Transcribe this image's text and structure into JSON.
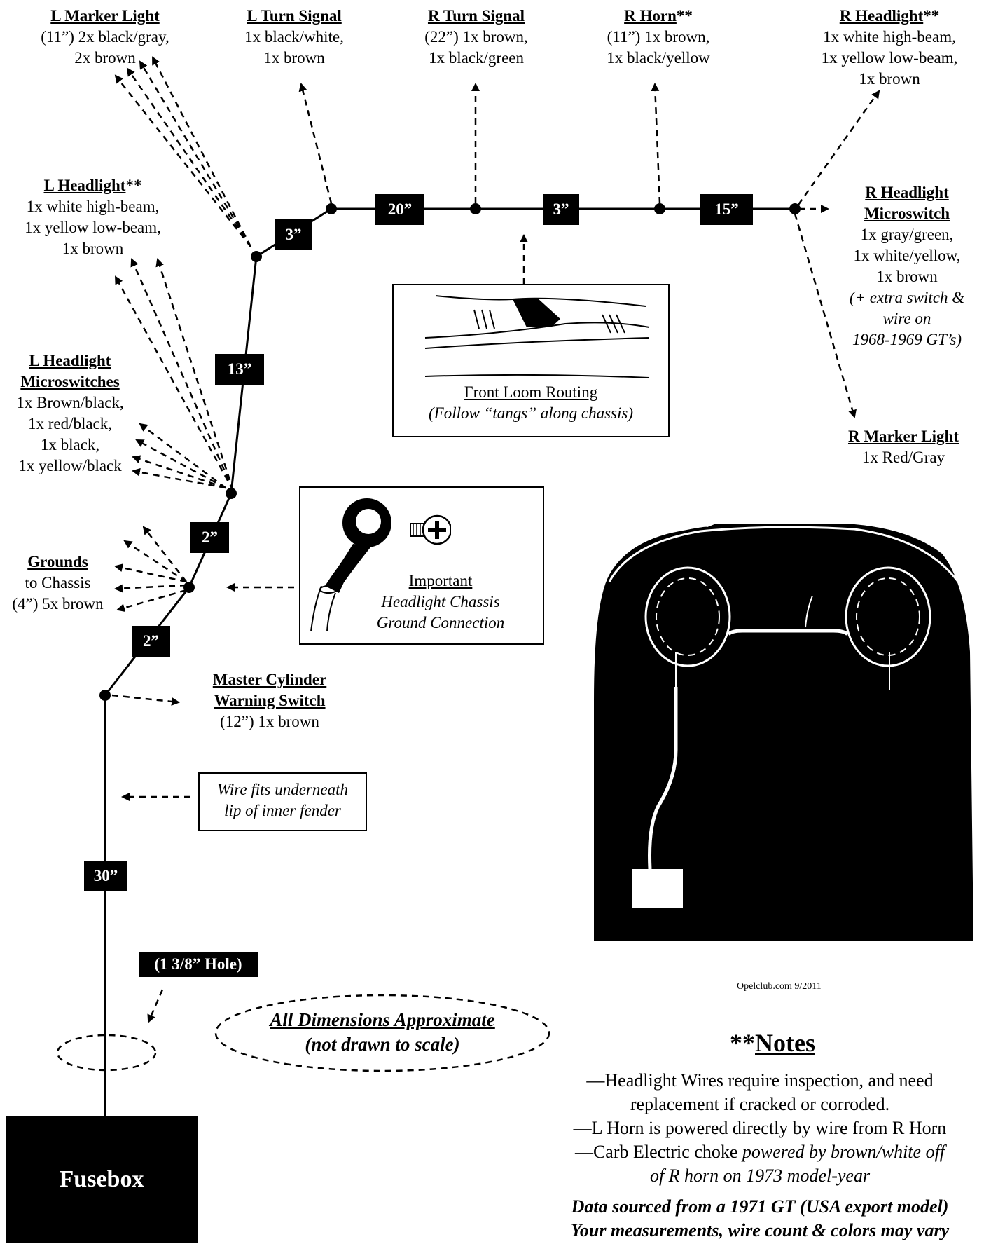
{
  "labels": {
    "l_marker": {
      "title": "L Marker Light",
      "l1": "(11”) 2x black/gray,",
      "l2": "2x brown"
    },
    "l_turn": {
      "title": "L Turn Signal",
      "l1": "1x black/white,",
      "l2": "1x brown"
    },
    "r_turn": {
      "title": "R Turn Signal",
      "l1": "(22”) 1x brown,",
      "l2": "1x black/green"
    },
    "r_horn": {
      "title": "R Horn",
      "suffix": "**",
      "l1": "(11”) 1x brown,",
      "l2": "1x black/yellow"
    },
    "r_headlight": {
      "title": "R Headlight",
      "suffix": "**",
      "l1": "1x white high-beam,",
      "l2": "1x yellow low-beam,",
      "l3": "1x brown"
    },
    "l_headlight": {
      "title": "L Headlight",
      "suffix": "**",
      "l1": "1x white high-beam,",
      "l2": "1x yellow low-beam,",
      "l3": "1x brown"
    },
    "r_microswitch": {
      "title1": "R Headlight",
      "title2": "Microswitch",
      "l1": "1x gray/green,",
      "l2": "1x white/yellow,",
      "l3": "1x brown",
      "i1": "(+ extra switch &",
      "i2": "wire on",
      "i3": "1968-1969 GT’s)"
    },
    "l_microswitches": {
      "title1": "L Headlight",
      "title2": "Microswitches",
      "l1": "1x Brown/black,",
      "l2": "1x red/black,",
      "l3": "1x black,",
      "l4": "1x yellow/black"
    },
    "r_marker": {
      "title": "R Marker Light",
      "l1": "1x Red/Gray"
    },
    "grounds": {
      "title": "Grounds",
      "l1": "to Chassis",
      "l2": "(4”) 5x brown"
    },
    "master_cyl": {
      "title1": "Master Cylinder",
      "title2": "Warning Switch",
      "l1": "(12”) 1x brown"
    }
  },
  "dimensions": {
    "d3a": "3”",
    "d20": "20”",
    "d3b": "3”",
    "d15": "15”",
    "d13": "13”",
    "d2a": "2”",
    "d2b": "2”",
    "d30": "30”",
    "hole": "(1 3/8” Hole)"
  },
  "loom_box": {
    "caption": "Front Loom Routing",
    "sub": "(Follow “tangs” along chassis)"
  },
  "ground_box": {
    "l1": "Important",
    "l2": "Headlight Chassis",
    "l3": "Ground Connection"
  },
  "wire_note": {
    "l1": "Wire fits underneath",
    "l2": "lip of inner fender"
  },
  "dims_note": {
    "l1": "All Dimensions Approximate",
    "l2": "(not drawn to scale)"
  },
  "fusebox": "Fusebox",
  "credit": "Opelclub.com 9/2011",
  "notes": {
    "title_prefix": "**",
    "title": "Notes",
    "n1": "—Headlight Wires require inspection, and need",
    "n2": "replacement if cracked or corroded.",
    "n3": "—L Horn is powered directly by wire from R Horn",
    "n4a": "—Carb Electric choke ",
    "n4b": "powered by brown/white off",
    "n5": "of R horn on 1973 model-year",
    "b1": "Data sourced from a 1971 GT (USA export model)",
    "b2": "Your measurements, wire count & colors may vary"
  }
}
